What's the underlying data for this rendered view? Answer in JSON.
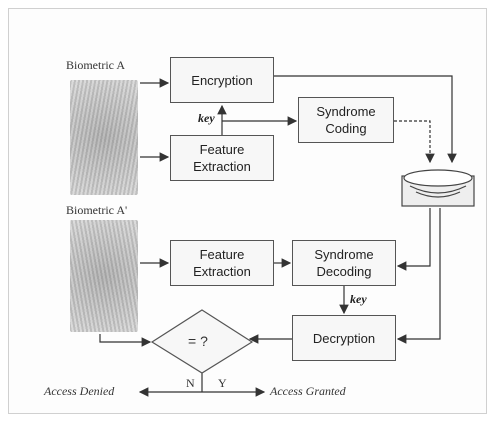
{
  "labels": {
    "biometric_a": "Biometric A",
    "biometric_a_prime": "Biometric A'",
    "key_top": "key",
    "key_bottom": "key",
    "decision": "= ?",
    "no": "N",
    "yes": "Y",
    "access_denied": "Access Denied",
    "access_granted": "Access Granted"
  },
  "blocks": {
    "encryption": "Encryption",
    "feature_extraction_top": "Feature\nExtraction",
    "syndrome_coding": "Syndrome\nCoding",
    "feature_extraction_bottom": "Feature\nExtraction",
    "syndrome_decoding": "Syndrome\nDecoding",
    "decryption": "Decryption"
  },
  "colors": {
    "line": "#333333",
    "box_border": "#555555",
    "fingerprint": "#b8b8b8"
  }
}
